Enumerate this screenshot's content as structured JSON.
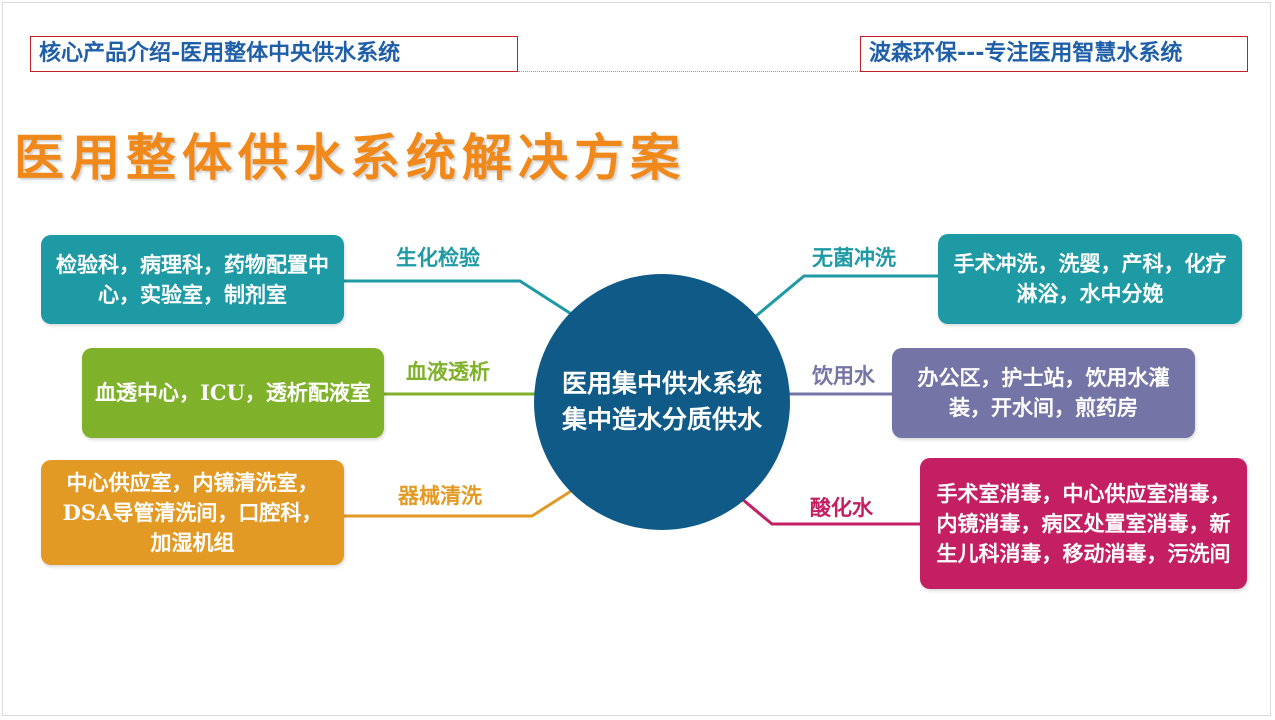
{
  "header": {
    "left_title": "核心产品介绍-医用整体中央供水系统",
    "right_title": "波森环保---专注医用智慧水系统"
  },
  "main_title": "医用整体供水系统解决方案",
  "hub": {
    "line1": "医用集中供水系统",
    "line2": "集中造水分质供水",
    "color": "#0f5a87"
  },
  "branches": [
    {
      "label": "生化检验",
      "text": "检验科，病理科，药物配置中心，实验室，制剂室",
      "color": "#1e9aa5"
    },
    {
      "label": "血液透析",
      "text": "血透中心，ICU，透析配液室",
      "color": "#7fb12b"
    },
    {
      "label": "器械清洗",
      "text": "中心供应室，内镜清洗室，DSA导管清洗间，口腔科，加湿机组",
      "color": "#e39a25"
    },
    {
      "label": "无菌冲洗",
      "text": "手术冲洗，洗婴，产科，化疗淋浴，水中分娩",
      "color": "#1e9aa5"
    },
    {
      "label": "饮用水",
      "text": "办公区，护士站，饮用水灌装，开水间，煎药房",
      "color": "#7474a6"
    },
    {
      "label": "酸化水",
      "text": "手术室消毒，中心供应室消毒，内镜消毒，病区处置室消毒，新生儿科消毒，移动消毒，污洗间",
      "color": "#c31f62"
    }
  ]
}
